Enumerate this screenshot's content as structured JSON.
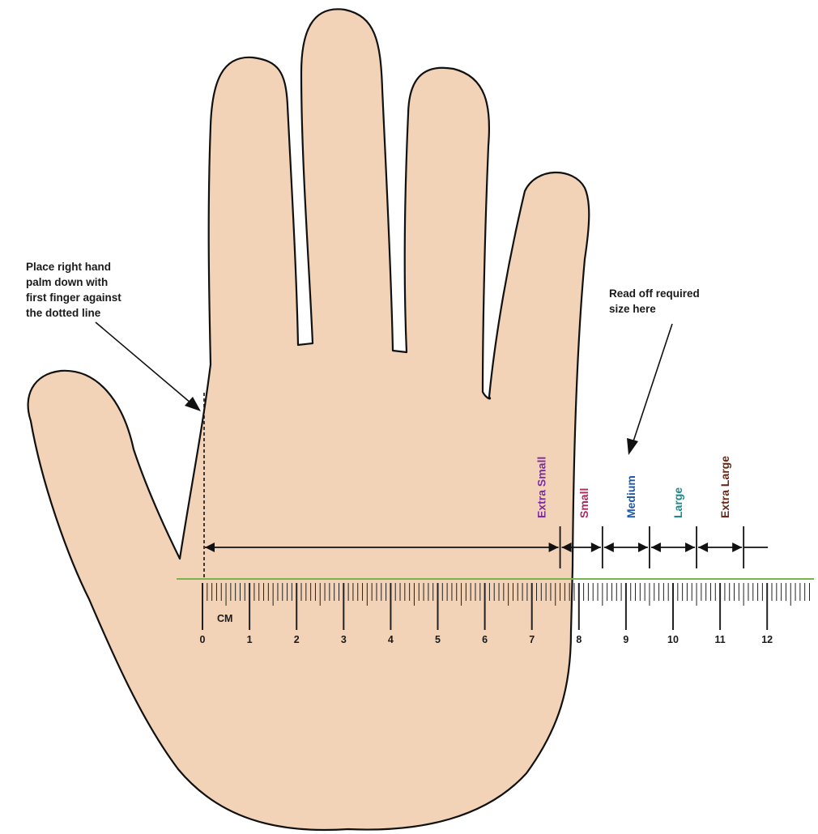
{
  "instructions": {
    "left": [
      "Place right hand",
      "palm down with",
      "first finger against",
      "the dotted line"
    ],
    "right": [
      "Read off required",
      "size here"
    ]
  },
  "ruler": {
    "unit_label": "CM",
    "labels": [
      "0",
      "1",
      "2",
      "3",
      "4",
      "5",
      "6",
      "7",
      "8",
      "9",
      "10",
      "11",
      "12"
    ]
  },
  "sizes": [
    {
      "name": "Extra Small",
      "from_cm": 0,
      "to_cm": 7.6,
      "color": "#7a2f9a"
    },
    {
      "name": "Small",
      "from_cm": 7.6,
      "to_cm": 8.5,
      "color": "#b0265e"
    },
    {
      "name": "Medium",
      "from_cm": 8.5,
      "to_cm": 9.5,
      "color": "#1f5aa8"
    },
    {
      "name": "Large",
      "from_cm": 9.5,
      "to_cm": 10.5,
      "color": "#1f8a8a"
    },
    {
      "name": "Extra Large",
      "from_cm": 10.5,
      "to_cm": 11.5,
      "color": "#6a2a1a"
    }
  ],
  "colors": {
    "skin": "#f2d3b7",
    "outline": "#111111",
    "baseline": "#7bb44a"
  }
}
